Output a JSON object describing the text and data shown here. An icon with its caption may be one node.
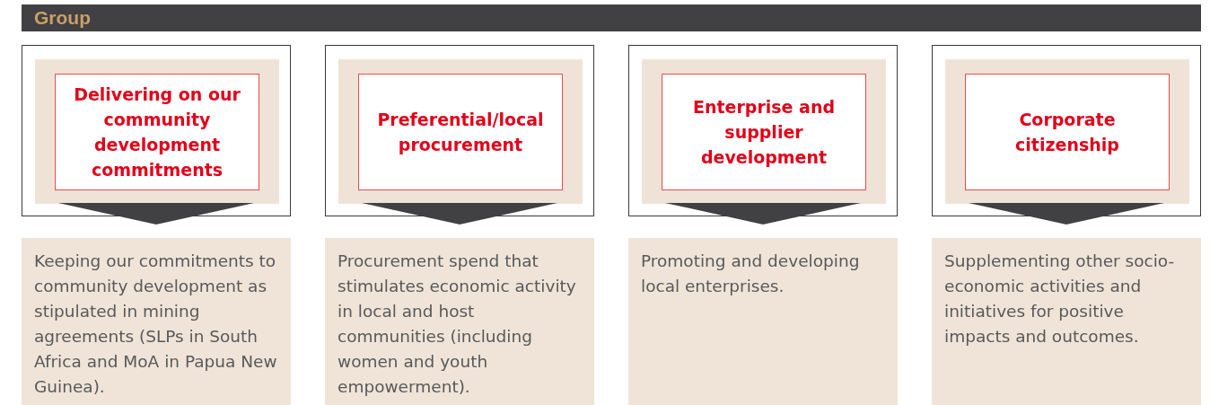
{
  "diagram": {
    "nodes": [
      {
        "text": [
          "Group"
        ]
      },
      {
        "text": [],
        "shape": "box"
      },
      {
        "text": [
          "Delivering on our community development commitments"
        ],
        "in": 1
      },
      {
        "text": [
          "Keeping our commitments to community development as stipulated in mining agreements (SLPs in South Africa and MoA in Papua New Guinea)."
        ]
      },
      {
        "text": [],
        "shape": "box"
      },
      {
        "text": [
          "Preferential/local procurement"
        ],
        "in": 4
      },
      {
        "text": [
          "Procurement spend that stimulates economic activity in local and host communities (including women and youth empowerment)."
        ]
      },
      {
        "text": [],
        "shape": "box"
      },
      {
        "text": [
          "Enterprise and supplier development"
        ],
        "in": 7
      },
      {
        "text": [
          "Promoting and developing local enterprises."
        ]
      },
      {
        "text": [],
        "shape": "box"
      },
      {
        "text": [
          "Corporate citizenship"
        ],
        "in": 10
      },
      {
        "text": [
          "Supplementing other socio-economic activities and initiatives for positive impacts and outcomes."
        ]
      }
    ],
    "edges": [
      {
        "from": 1,
        "to": 3,
        "arrow": "to"
      },
      {
        "from": 4,
        "to": 6,
        "arrow": "to"
      },
      {
        "from": 7,
        "to": 9,
        "arrow": "to"
      },
      {
        "from": 10,
        "to": 12,
        "arrow": "to"
      }
    ]
  }
}
